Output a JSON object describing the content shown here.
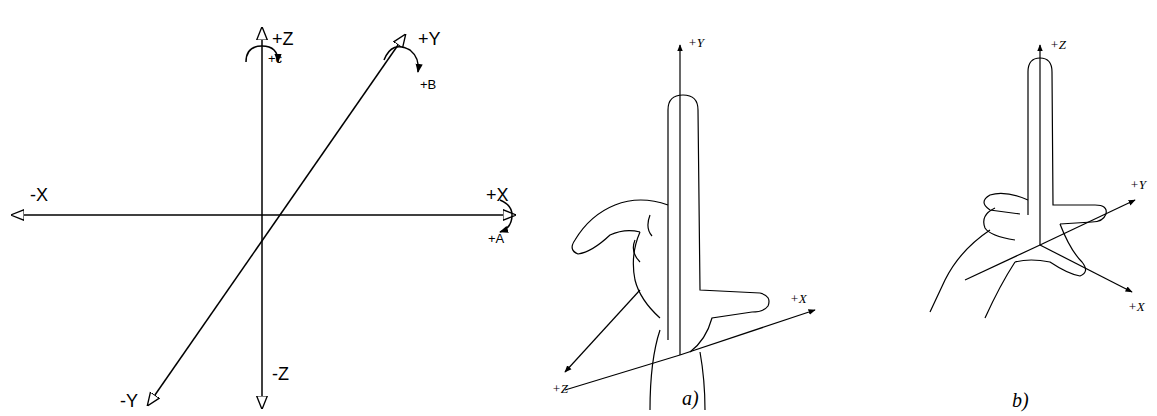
{
  "diagram": {
    "labels": [
      "+Z",
      "+c",
      "+Y",
      "+B",
      "-X",
      "+X",
      "+A",
      "-Z",
      "-Y",
      "+Y",
      "+X",
      "+Z",
      "a)",
      "+Z",
      "+Y",
      "+X",
      "b)"
    ]
  }
}
